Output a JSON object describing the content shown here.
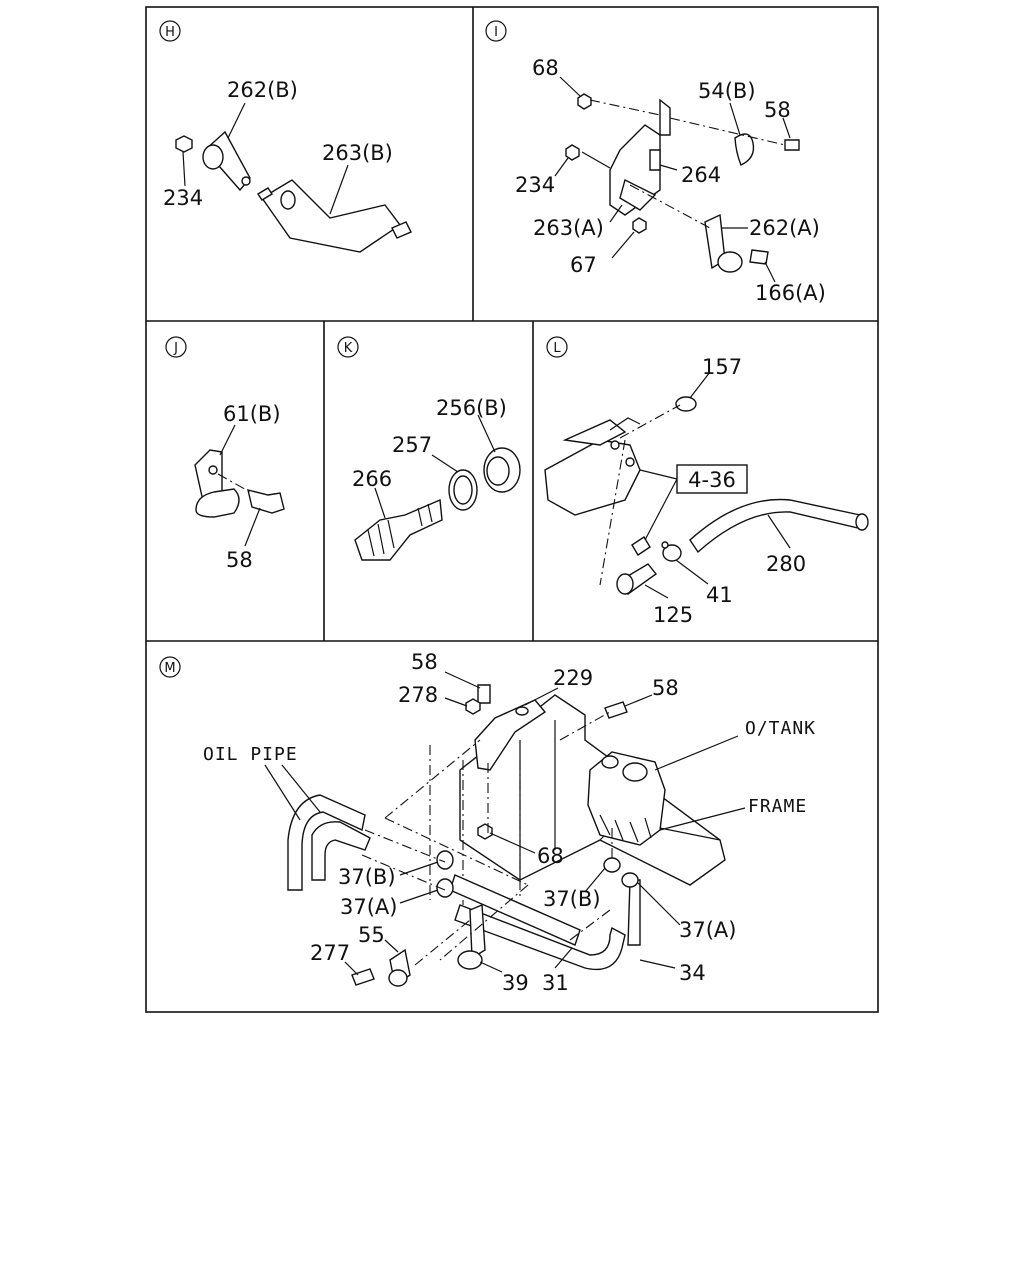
{
  "panels": {
    "H": {
      "marker": "H",
      "labels": [
        "262(B)",
        "263(B)",
        "234"
      ]
    },
    "I": {
      "marker": "I",
      "labels": [
        "68",
        "54(B)",
        "58",
        "264",
        "234",
        "263(A)",
        "262(A)",
        "67",
        "166(A)"
      ]
    },
    "J": {
      "marker": "J",
      "labels": [
        "61(B)",
        "58"
      ]
    },
    "K": {
      "marker": "K",
      "labels": [
        "256(B)",
        "257",
        "266"
      ]
    },
    "L": {
      "marker": "L",
      "labels": [
        "157",
        "4-36",
        "280",
        "41",
        "125"
      ]
    },
    "M": {
      "marker": "M",
      "labels": [
        "58",
        "229",
        "278",
        "58",
        "O/TANK",
        "OIL PIPE",
        "FRAME",
        "68",
        "37(B)",
        "37(A)",
        "37(B)",
        "37(A)",
        "55",
        "277",
        "39",
        "31",
        "34"
      ]
    }
  }
}
